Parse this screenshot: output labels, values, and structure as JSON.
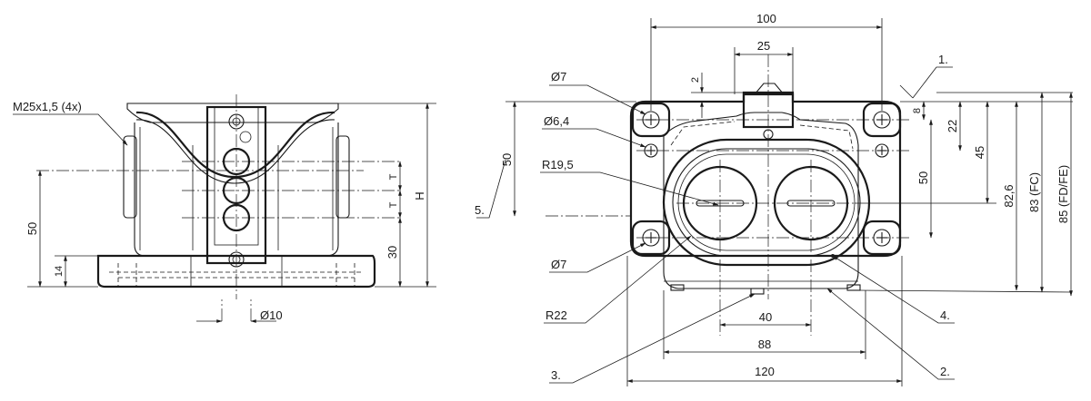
{
  "side_view": {
    "thread_label": "M25x1,5 (4x)",
    "dim_height_symbol": "H",
    "dim_50": "50",
    "dim_14": "14",
    "dim_30": "30",
    "dim_t1": "T",
    "dim_t2": "T",
    "dim_diameter_10": "Ø10"
  },
  "front_view": {
    "dim_100": "100",
    "dim_25": "25",
    "dim_2": "2",
    "dim_8": "8",
    "dim_22": "22",
    "dim_45": "45",
    "dim_50_right": "50",
    "dim_826": "82,6",
    "dim_83": "83 (FC)",
    "dim_85": "85 (FD/FE)",
    "dim_50_left": "50",
    "dim_40": "40",
    "dim_88": "88",
    "dim_120": "120",
    "label_d7_top": "Ø7",
    "label_d64": "Ø6,4",
    "label_r195": "R19,5",
    "label_d7_bottom": "Ø7",
    "label_r22": "R22",
    "callout_1": "1.",
    "callout_2": "2.",
    "callout_3": "3.",
    "callout_4": "4.",
    "callout_5": "5."
  }
}
